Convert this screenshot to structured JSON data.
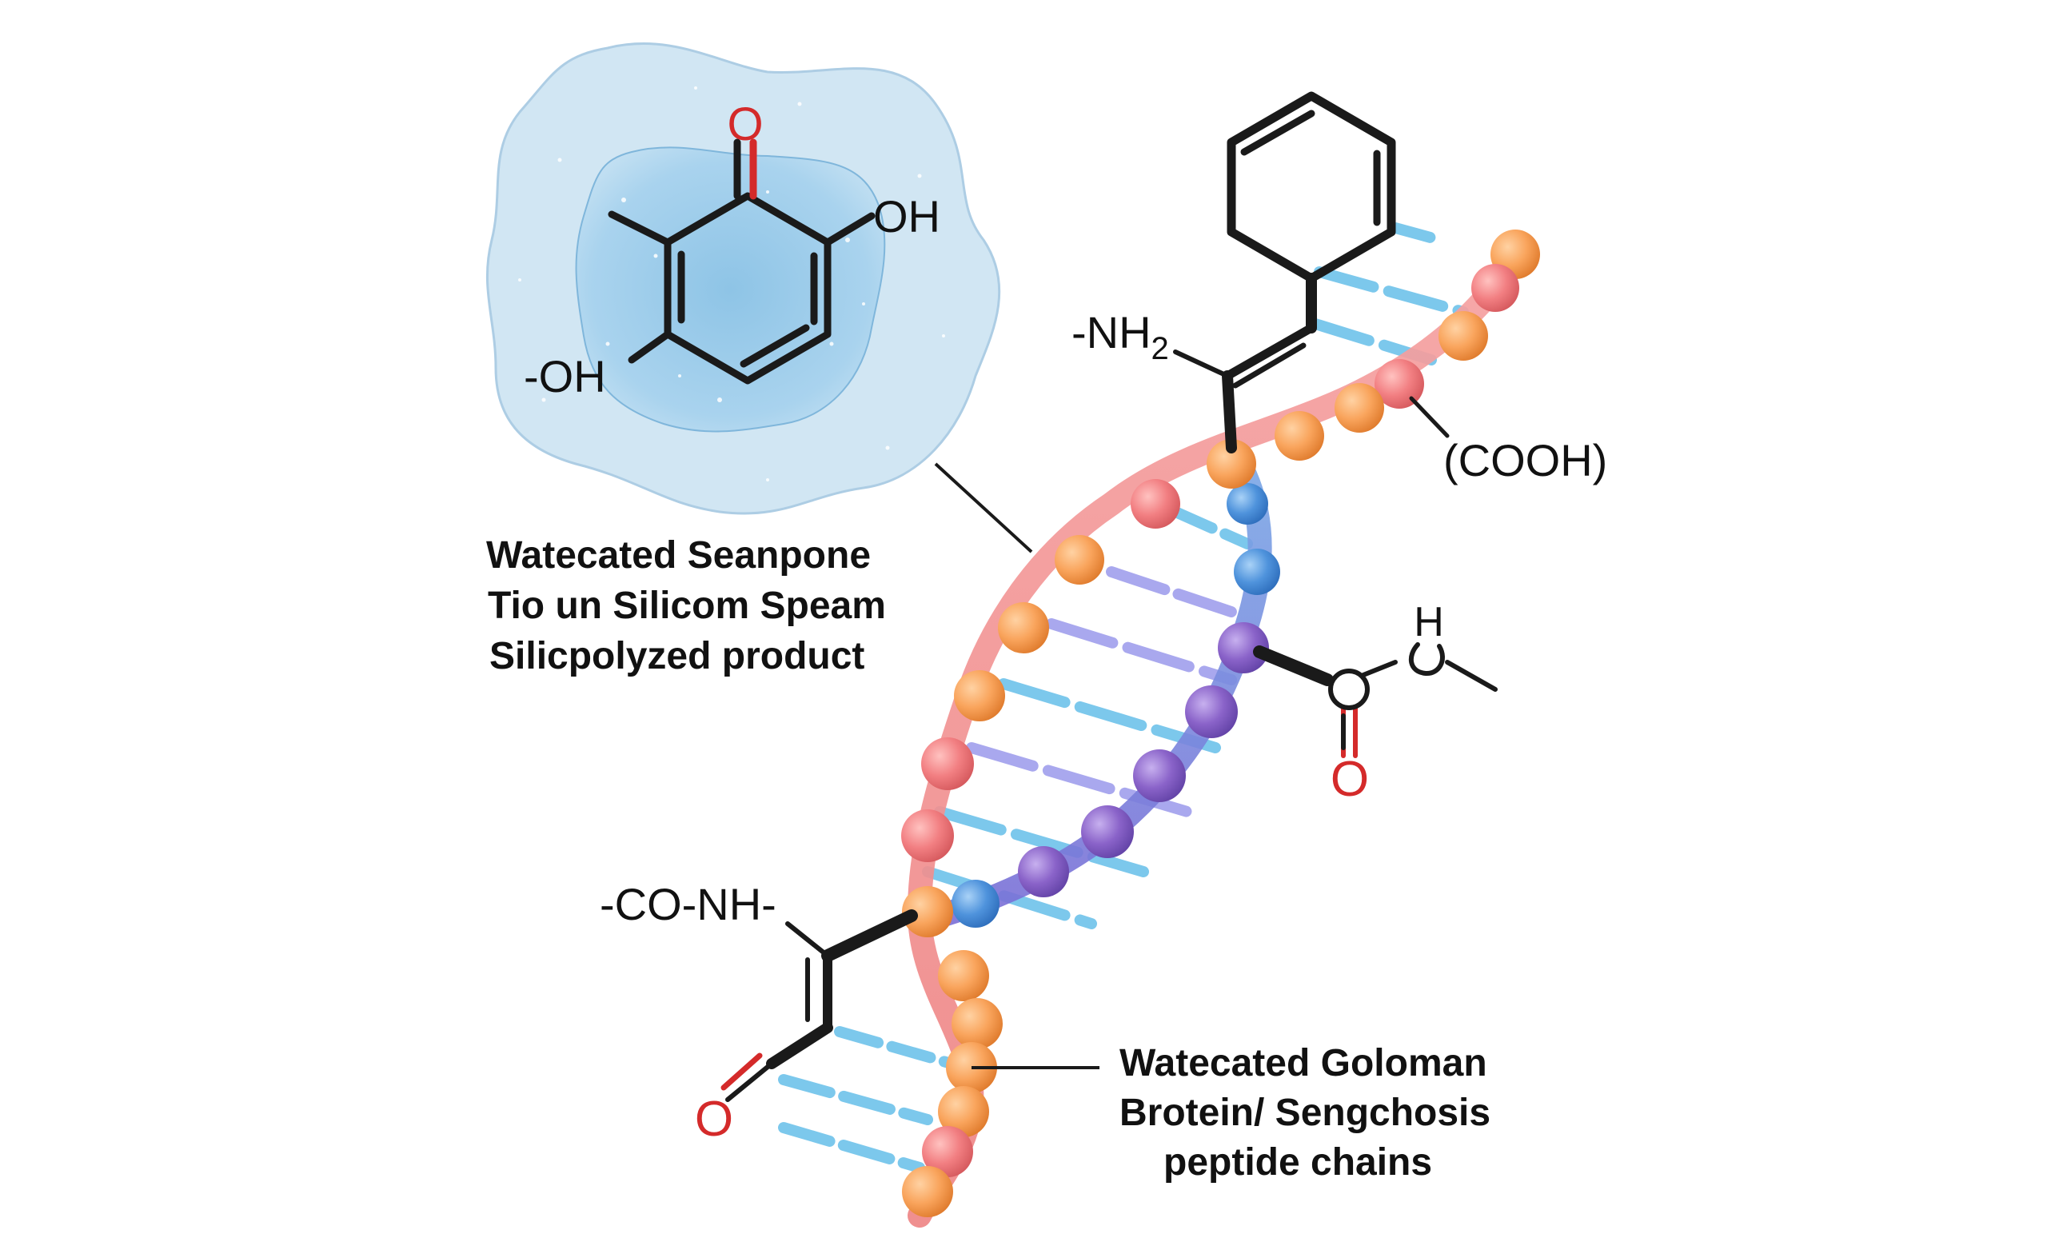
{
  "labels": {
    "top_line1": "Watecated Seanpone",
    "top_line2": "Tio un Silicom Speam",
    "top_line3": "Silicpolyzed product",
    "bottom_line1": "Watecated Goloman",
    "bottom_line2": "Brotein/ Sengchosis",
    "bottom_line3": "peptide chains"
  },
  "molecule": {
    "o_top": "O",
    "oh_right": "OH",
    "oh_left": "-OH"
  },
  "groups": {
    "nh2": "-NH",
    "nh2_sub": "2",
    "cooh": "(COOH)",
    "conh": "-CO-NH-",
    "o_lower_left": "O",
    "o_ester_ring": "O",
    "o_ester_red": "O",
    "h_ester": "H"
  },
  "colors": {
    "cloud_outer": "#cfe5f3",
    "cloud_inner": "#8ec4e6",
    "strand_pink": "#f08a8a",
    "strand_blue": "#6f9de0",
    "bead_orange": "#f9a45c",
    "bead_pink": "#f27f82",
    "bead_blue": "#4f93dc",
    "bead_purple": "#8a63c9",
    "rung_cyan": "#7cc8ec",
    "rung_lavender": "#a9a8ee",
    "oxygen_red": "#d42a2a"
  }
}
